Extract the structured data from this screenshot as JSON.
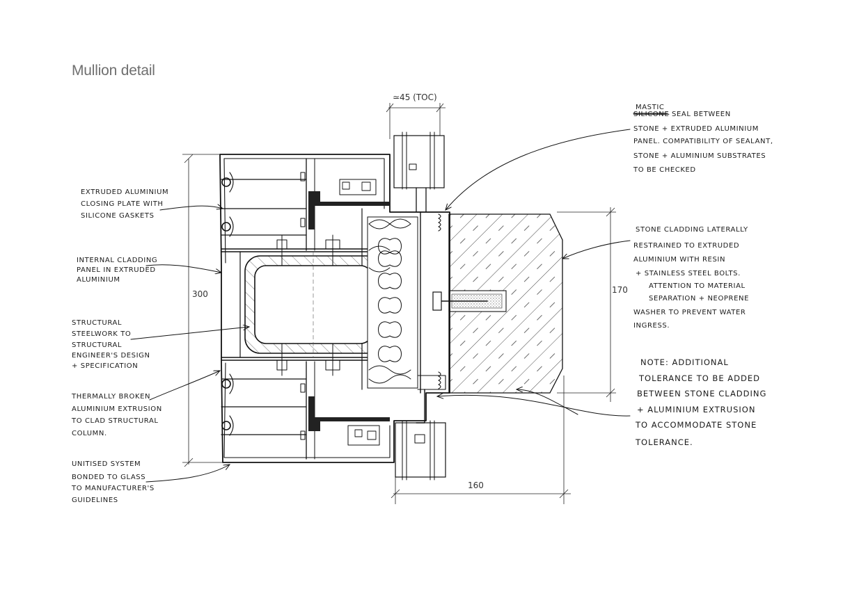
{
  "title": "Mullion detail",
  "dimensions": {
    "top": "≃45 (TOC)",
    "height_total": "300",
    "height_stone": "170",
    "width_bottom": "160"
  },
  "notes": {
    "closing_plate": [
      "EXTRUDED ALUMINIUM",
      "CLOSING PLATE WITH",
      "SILICONE GASKETS"
    ],
    "internal_cladding": [
      "INTERNAL CLADDING",
      "PANEL IN EXTRUDED",
      "ALUMINIUM"
    ],
    "structural_steel": [
      "STRUCTURAL",
      "STEELWORK TO",
      "STRUCTURAL",
      "ENGINEER'S DESIGN",
      "+ SPECIFICATION"
    ],
    "thermally_broken": [
      "THERMALLY BROKEN",
      "ALUMINIUM EXTRUSION",
      "TO CLAD STRUCTURAL",
      "COLUMN."
    ],
    "unitised": [
      "UNITISED SYSTEM",
      "BONDED TO GLASS",
      "TO MANUFACTURER'S",
      "GUIDELINES"
    ],
    "mastic": {
      "line1": "MASTIC",
      "struck": "SILICONE",
      "line2_rest": " SEAL BETWEEN",
      "lines": [
        "STONE + EXTRUDED ALUMINIUM",
        "PANEL. COMPATIBILITY OF SEALANT,",
        "STONE + ALUMINIUM SUBSTRATES",
        "TO BE CHECKED"
      ]
    },
    "stone_cladding": [
      "STONE CLADDING LATERALLY",
      "RESTRAINED TO EXTRUDED",
      "ALUMINIUM WITH RESIN",
      "+ STAINLESS STEEL BOLTS.",
      "ATTENTION TO MATERIAL",
      "SEPARATION + NEOPRENE",
      "WASHER TO PREVENT WATER",
      "INGRESS."
    ],
    "tolerance": [
      "NOTE: ADDITIONAL",
      "TOLERANCE TO BE ADDED",
      "BETWEEN STONE CLADDING",
      "+ ALUMINIUM EXTRUSION",
      "TO ACCOMMODATE STONE",
      "TOLERANCE."
    ]
  }
}
